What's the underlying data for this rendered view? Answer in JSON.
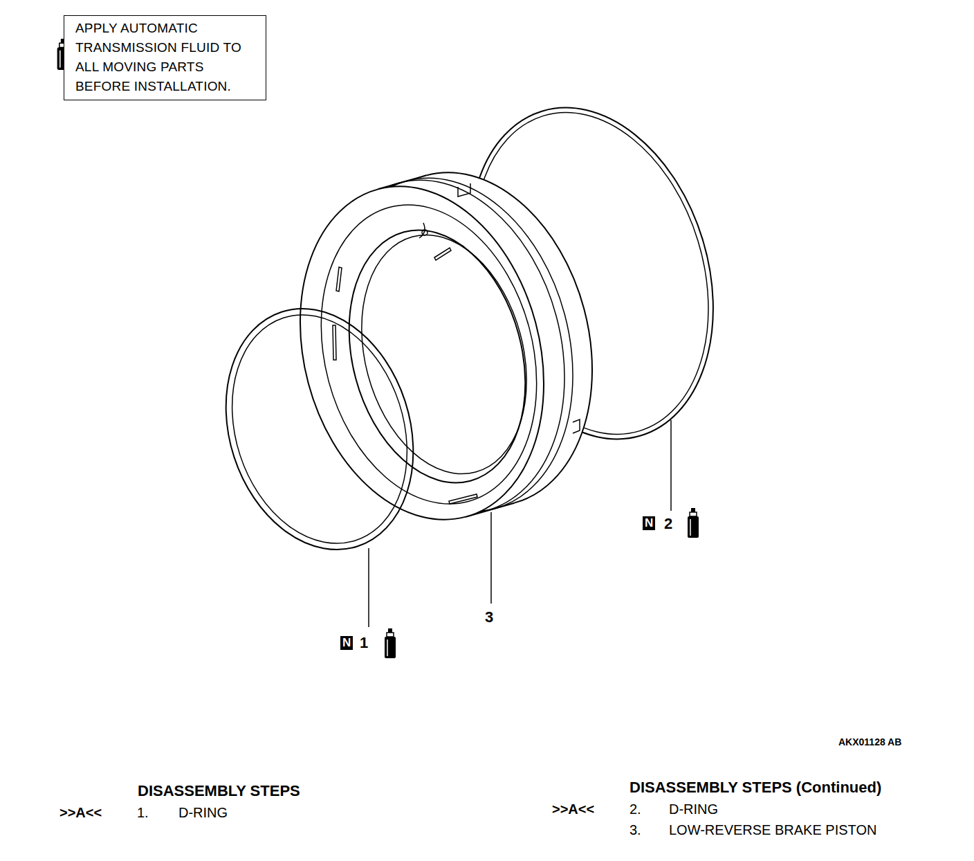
{
  "diagram": {
    "nodes": [
      {
        "text": [
          "APPLY AUTOMATIC TRANSMISSION FLUID TO ALL MOVING PARTS BEFORE INSTALLATION."
        ]
      }
    ],
    "labels": [
      "N",
      "1",
      "N",
      "2",
      "3",
      "AKX01128 AB",
      "DISASSEMBLY STEPS",
      ">>A<<",
      "1.",
      "D-RING",
      "DISASSEMBLY STEPS (Continued)",
      ">>A<<",
      "2.",
      "D-RING",
      "3.",
      "LOW-REVERSE BRAKE PISTON"
    ]
  }
}
